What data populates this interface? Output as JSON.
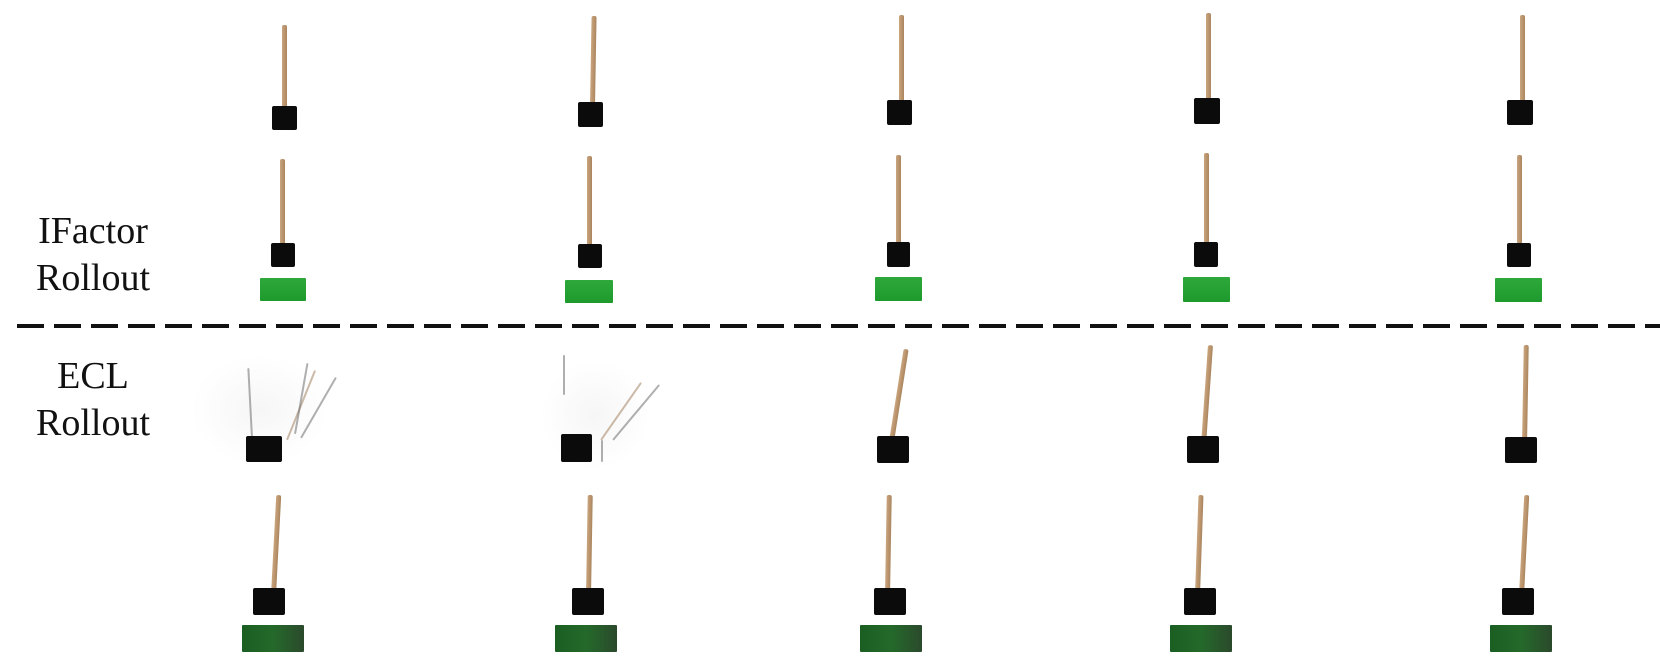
{
  "figure": {
    "type": "cartpole-rollout-comparison",
    "rows": [
      {
        "label_line1": "IFactor",
        "label_line2": "Rollout",
        "frames": 5,
        "quality": "sharp, stable pole upright"
      },
      {
        "label_line1": "ECL",
        "label_line2": "Rollout",
        "frames": 5,
        "quality": "blurry/ghosted poles in first two frames"
      }
    ],
    "colors": {
      "pole": "#b8926a",
      "cart": "#0b0b0b",
      "track_ifactor": "#22a030",
      "track_ecl": "#1f5f25",
      "divider": "#111111",
      "background": "#ffffff"
    },
    "separator": "dashed-line"
  }
}
